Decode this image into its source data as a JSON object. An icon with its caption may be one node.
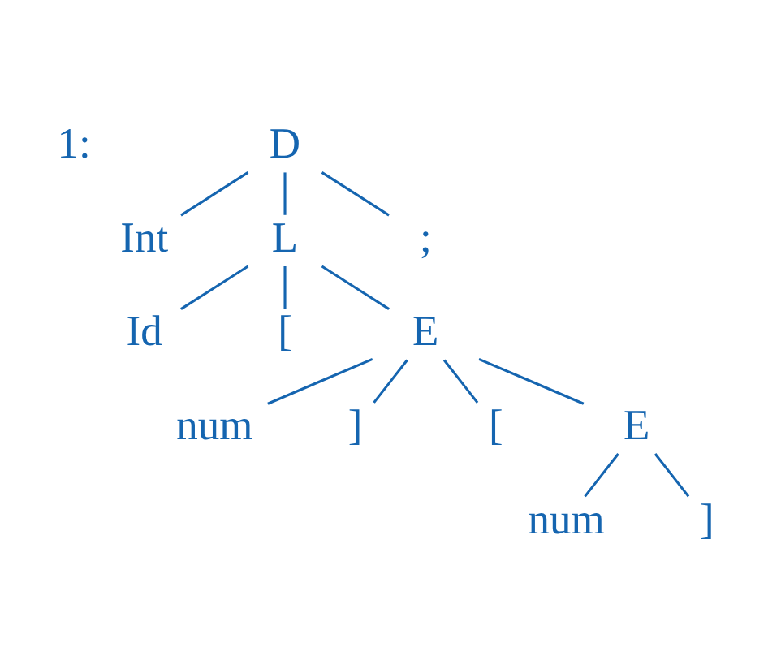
{
  "diagram": {
    "nodes": [
      {
        "text": [
          "D"
        ]
      },
      {
        "text": [
          "Int"
        ]
      },
      {
        "text": [
          "L"
        ]
      },
      {
        "text": [
          ";"
        ]
      },
      {
        "text": [
          "Id"
        ]
      },
      {
        "text": [
          "["
        ]
      },
      {
        "text": [
          "E"
        ]
      },
      {
        "text": [
          "num"
        ]
      },
      {
        "text": [
          "]"
        ]
      },
      {
        "text": [
          "["
        ]
      },
      {
        "text": [
          "E"
        ]
      },
      {
        "text": [
          "num"
        ]
      },
      {
        "text": [
          "]"
        ]
      }
    ],
    "edges": [
      {
        "from": 0,
        "to": 1,
        "arrow": "none"
      },
      {
        "from": 0,
        "to": 2,
        "arrow": "none"
      },
      {
        "from": 0,
        "to": 3,
        "arrow": "none"
      },
      {
        "from": 2,
        "to": 4,
        "arrow": "none"
      },
      {
        "from": 2,
        "to": 5,
        "arrow": "none"
      },
      {
        "from": 2,
        "to": 6,
        "arrow": "none"
      },
      {
        "from": 6,
        "to": 7,
        "arrow": "none"
      },
      {
        "from": 6,
        "to": 8,
        "arrow": "none"
      },
      {
        "from": 6,
        "to": 9,
        "arrow": "none"
      },
      {
        "from": 6,
        "to": 10,
        "arrow": "none"
      },
      {
        "from": 10,
        "to": 11,
        "arrow": "none"
      },
      {
        "from": 10,
        "to": 12,
        "arrow": "none"
      }
    ],
    "labels": [
      "1:"
    ]
  }
}
